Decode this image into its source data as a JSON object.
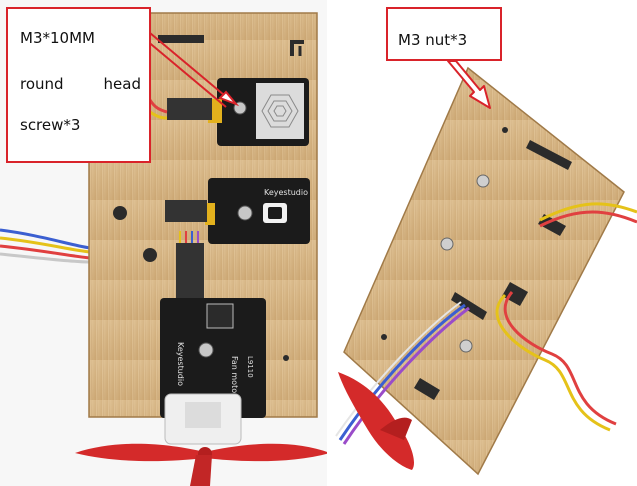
{
  "callouts": {
    "left": {
      "line1": "M3*10MM",
      "line2_left": "round",
      "line2_right": "head",
      "line3": "screw*3"
    },
    "right": {
      "label": "M3 nut*3"
    }
  },
  "board_labels": {
    "keyestudio_top": "Keyestudio",
    "keyestudio_bottom": "Keyestudio",
    "fan_motor": "Fan motor",
    "chip": "L9110"
  },
  "colors": {
    "callout_border": "#d9232a",
    "wood": "#d9b98a",
    "pcb": "#1b1b1b",
    "propeller": "#d42a2a"
  }
}
